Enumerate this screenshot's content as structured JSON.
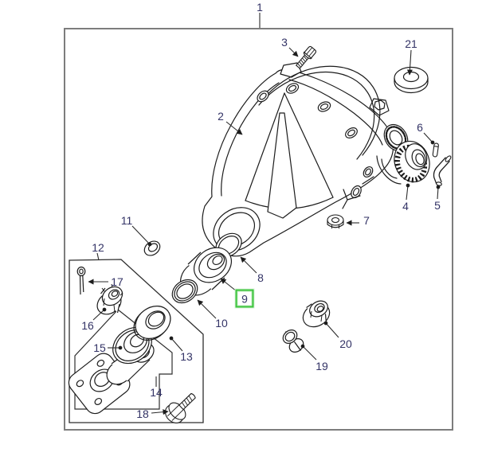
{
  "callouts": {
    "c1": "1",
    "c2": "2",
    "c3": "3",
    "c4": "4",
    "c5": "5",
    "c6": "6",
    "c7": "7",
    "c8": "8",
    "c9": "9",
    "c10": "10",
    "c11": "11",
    "c12": "12",
    "c13": "13",
    "c14": "14",
    "c15": "15",
    "c16": "16",
    "c17": "17",
    "c18": "18",
    "c19": "19",
    "c20": "20",
    "c21": "21"
  },
  "highlight": {
    "selected_callout": "9",
    "box_color": "#3ec43e"
  },
  "colors": {
    "label": "#333366",
    "line": "#1c1c1c",
    "frame": "#7d7d7d",
    "background": "#ffffff"
  }
}
